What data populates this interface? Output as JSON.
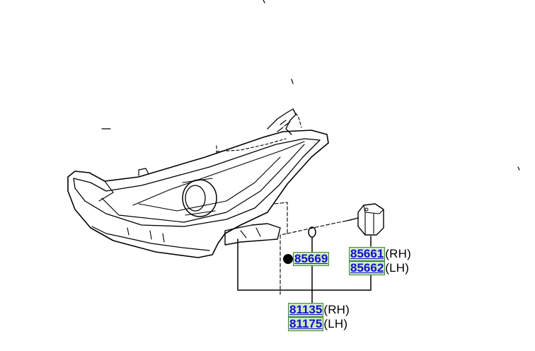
{
  "colors": {
    "link_text": "#1010d0",
    "label_fill": "#cfe8c6",
    "label_border": "#3a8a3a",
    "line": "#000000"
  },
  "callouts": {
    "bulb": {
      "part_no": "85669",
      "suffix": ""
    },
    "actuator_rh": {
      "part_no": "85661",
      "suffix": "(RH)"
    },
    "actuator_lh": {
      "part_no": "85662",
      "suffix": "(LH)"
    },
    "headlamp_rh": {
      "part_no": "81135",
      "suffix": "(RH)"
    },
    "headlamp_lh": {
      "part_no": "81175",
      "suffix": "(LH)"
    }
  }
}
